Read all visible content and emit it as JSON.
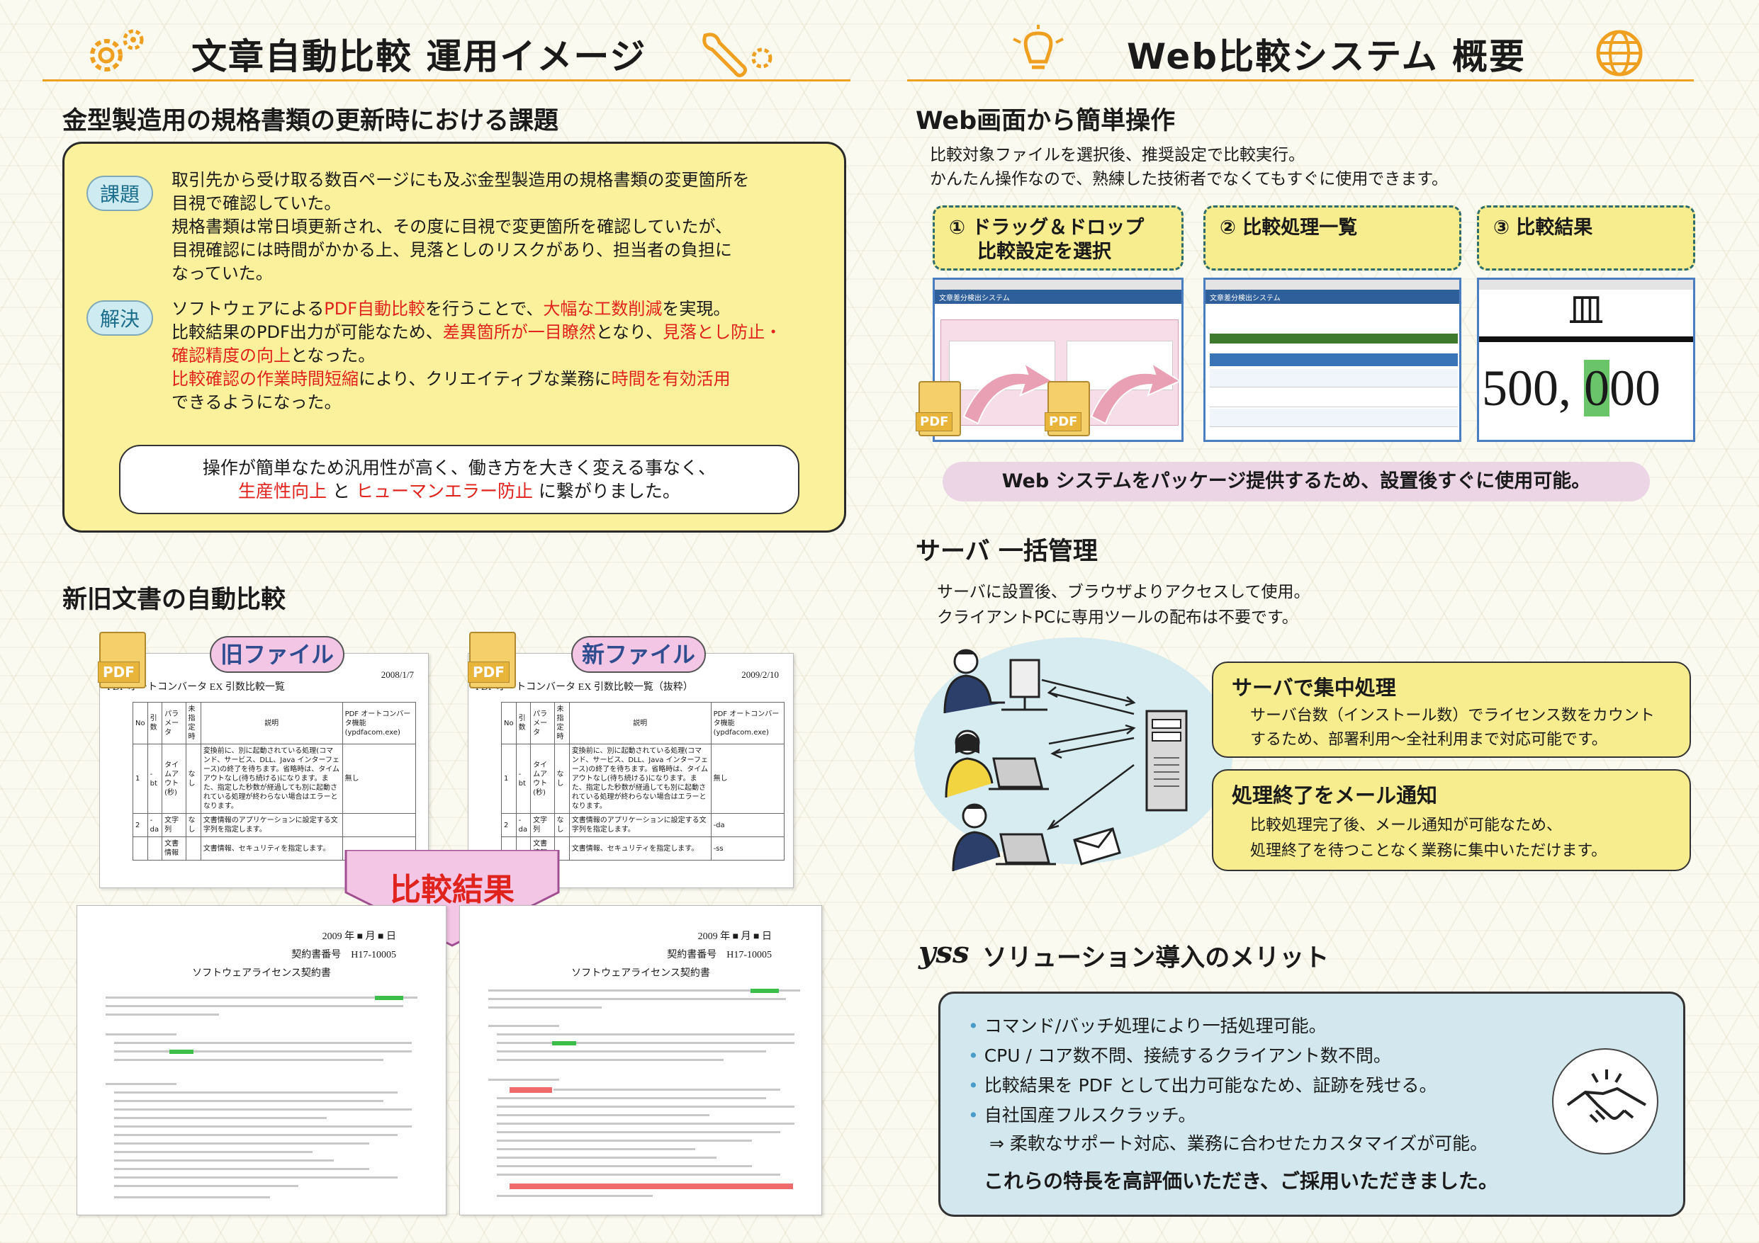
{
  "left_header": {
    "title": "文章自動比較 運用イメージ"
  },
  "right_header": {
    "title": "Web比較システム 概要"
  },
  "issue": {
    "heading": "金型製造用の規格書類の更新時における課題",
    "kadai_label": "課題",
    "kadai_text": [
      "取引先から受け取る数百ページにも及ぶ金型製造用の規格書類の変更箇所を",
      "目視で確認していた。",
      "規格書類は常日頃更新され、その度に目視で変更箇所を確認していたが、",
      "目視確認には時間がかかる上、見落としのリスクがあり、担当者の負担に",
      "なっていた。"
    ],
    "kaiketsu_label": "解決",
    "sol1_a": "ソフトウェアによる",
    "sol1_b": "PDF自動比較",
    "sol1_c": "を行うことで、",
    "sol1_d": "大幅な工数削減",
    "sol1_e": "を実現。",
    "sol2_a": "比較結果のPDF出力が可能なため、",
    "sol2_b": "差異箇所が一目瞭然",
    "sol2_c": "となり、",
    "sol2_d": "見落とし防止・",
    "sol3_a": "確認精度の向上",
    "sol3_b": "となった。",
    "sol4_a": "比較確認の作業時間短縮",
    "sol4_b": "により、クリエイティブな業務に",
    "sol4_c": "時間を有効活用",
    "sol5": "できるようになった。",
    "result_line1": "操作が簡単なため汎用性が高く、働き方を大きく変える事なく、",
    "result_red1": "生産性向上",
    "result_and": " と ",
    "result_red2": "ヒューマンエラー防止",
    "result_tail": " に繋がりました。"
  },
  "compare": {
    "heading": "新旧文書の自動比較",
    "old_label": "旧ファイル",
    "new_label": "新ファイル",
    "result_label": "比較結果",
    "pdf_icon": "PDF",
    "old_date": "2008/1/7",
    "new_date": "2009/2/10",
    "old_title": "PDF オートコンバータ EX 引数比較一覧",
    "new_title": "PDF オートコンバータ EX 引数比較一覧（抜粋）",
    "table_headers": [
      "No",
      "引数",
      "パラメータ",
      "未指定時",
      "説明",
      "PDF オートコンバータ機能 (ypdfacom.exe)"
    ],
    "row1": {
      "no": "1",
      "arg": "-bt",
      "param": "タイムアウト(秒)",
      "default": "なし",
      "desc": "変換前に、別に起動されている処理(コマンド、サービス、DLL、Java インターフェース)の終了を待ちます。省略時は、タイムアウトなし(待ち続ける)になります。また、指定した秒数が経過しても別に起動されている処理が終わらない場合はエラーとなります。",
      "func": "無し"
    },
    "row2": {
      "no": "2",
      "arg": "-da",
      "param": "文字列",
      "default": "なし",
      "desc": "文書情報のアプリケーションに設定する文字列を指定します。",
      "func": "-da"
    },
    "row3": {
      "param": "文書情報",
      "desc": "文書情報、セキュリティを指定します。",
      "func": "-ss"
    },
    "doc_date": "2009 年 ■ 月 ■ 日",
    "doc_no_label": "契約書番号",
    "doc_no": "H17-10005",
    "doc_title": "ソフトウェアライセンス契約書"
  },
  "web": {
    "heading": "Web画面から簡単操作",
    "desc1": "比較対象ファイルを選択後、推奨設定で比較実行。",
    "desc2": "かんたん操作なので、熟練した技術者でなくてもすぐに使用できます。",
    "step1_line1": "① ドラッグ＆ドロップ",
    "step1_line2": "比較設定を選択",
    "step2": "② 比較処理一覧",
    "step3": "③ 比較結果",
    "app_title": "文章差分検出システム",
    "result_big_top": "皿",
    "result_num_a": "500, ",
    "result_num_b": "0",
    "result_num_c": "00",
    "banner": "Web システムをパッケージ提供するため、設置後すぐに使用可能。"
  },
  "server": {
    "heading": "サーバ 一括管理",
    "desc1": "サーバに設置後、ブラウザよりアクセスして使用。",
    "desc2": "クライアントPCに専用ツールの配布は不要です。",
    "c1_title": "サーバで集中処理",
    "c1_text1": "サーバ台数（インストール数）でライセンス数をカウント",
    "c1_text2": "するため、部署利用〜全社利用まで対応可能です。",
    "c2_title": "処理終了をメール通知",
    "c2_text1": "比較処理完了後、メール通知が可能なため、",
    "c2_text2": "処理終了を待つことなく業務に集中いただけます。"
  },
  "merit": {
    "logo": "yss",
    "heading": "ソリューション導入のメリット",
    "items": [
      "コマンド/バッチ処理により一括処理可能。",
      "CPU / コア数不問、接続するクライアント数不問。",
      "比較結果を PDF として出力可能なため、証跡を残せる。",
      "自社国産フルスクラッチ。"
    ],
    "sub": "⇒ 柔軟なサポート対応、業務に合わせたカスタマイズが可能。",
    "closing": "これらの特長を高評価いただき、ご採用いただきました。"
  },
  "colors": {
    "accent": "#f0a020",
    "yellow": "#fbf19c",
    "red": "#e0231c",
    "blue": "#d3e8ee",
    "pink": "#f3c6e6"
  }
}
